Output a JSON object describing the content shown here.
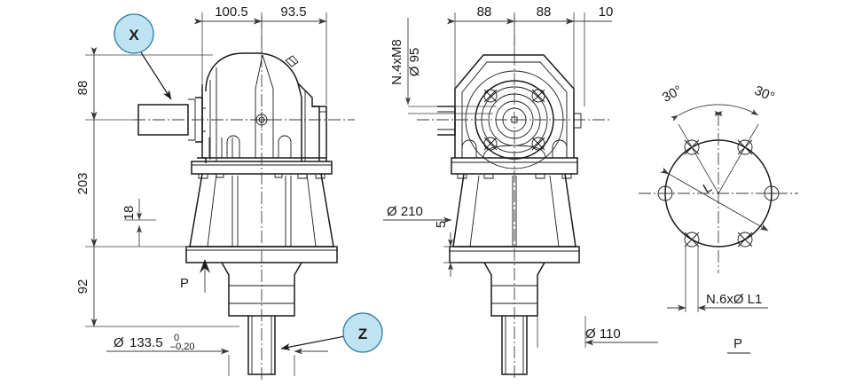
{
  "drawing": {
    "title": "Gearbox assembly dimensioned drawing",
    "line_color": "#1a1a1a",
    "dim_color": "#3a3a3a",
    "balloon_fill": "#bfe3f2",
    "balloon_stroke": "#2a7fa0"
  },
  "balloons": [
    {
      "id": "x",
      "label": "X"
    },
    {
      "id": "z",
      "label": "Z"
    }
  ],
  "view_left": {
    "name": "front-elevation-view",
    "dims_top": [
      {
        "name": "dim-100-5",
        "value": "100.5"
      },
      {
        "name": "dim-93-5",
        "value": "93.5"
      }
    ],
    "dims_left": [
      {
        "name": "dim-88",
        "value": "88"
      },
      {
        "name": "dim-203",
        "value": "203"
      },
      {
        "name": "dim-92",
        "value": "92"
      }
    ],
    "dim_inner": {
      "name": "dim-18",
      "value": "18"
    },
    "dim_bottom": {
      "name": "dim-diameter-133-5",
      "symbol": "Ø",
      "value": "133.5",
      "tol_upper": "0",
      "tol_lower": "–0,20"
    },
    "view_arrow": {
      "name": "view-arrow-p",
      "label": "P"
    }
  },
  "view_middle": {
    "name": "side-elevation-view",
    "dims_top": [
      {
        "name": "dim-88-left",
        "value": "88"
      },
      {
        "name": "dim-88-right",
        "value": "88"
      },
      {
        "name": "dim-10",
        "value": "10"
      }
    ],
    "label_bolt": {
      "name": "label-n4xm8",
      "value": "N.4xM8"
    },
    "label_pcd": {
      "name": "label-diameter-95",
      "value": "Ø 95"
    },
    "dim_flange": {
      "name": "dim-diameter-210",
      "value": "Ø 210"
    },
    "dim_thickness": {
      "name": "dim-5",
      "value": "5"
    },
    "dim_shaft": {
      "name": "dim-diameter-110",
      "value": "Ø 110"
    }
  },
  "view_right": {
    "name": "bolt-circle-view",
    "title": "P",
    "angles": [
      {
        "name": "angle-30-left",
        "value": "30°"
      },
      {
        "name": "angle-30-right",
        "value": "30°"
      }
    ],
    "pcd_label": {
      "name": "label-pcd-l",
      "value": "L"
    },
    "hole_label": {
      "name": "label-n6x-diameter-l1",
      "value": "N.6xØ L1"
    }
  }
}
